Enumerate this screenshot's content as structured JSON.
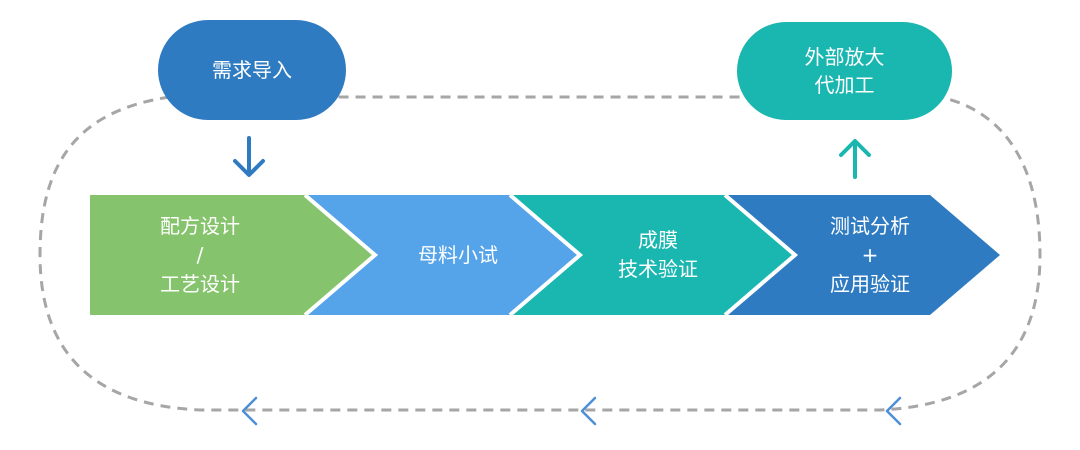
{
  "start_node": {
    "label": "需求导入",
    "color": "#2f7bc2"
  },
  "end_node": {
    "lines": [
      "外部放大",
      "代加工"
    ],
    "color": "#1ab6b0"
  },
  "steps": [
    {
      "lines": [
        "配方设计",
        "/",
        "工艺设计"
      ],
      "color": "#85c46c"
    },
    {
      "lines": [
        "母料小试"
      ],
      "color": "#55a3e9"
    },
    {
      "lines": [
        "成膜",
        "技术验证"
      ],
      "color": "#1ab6b0"
    },
    {
      "lines": [
        "测试分析",
        "+",
        "应用验证"
      ],
      "color": "#2f7bc2"
    }
  ],
  "loop": {
    "style": "dashed",
    "color": "#a6a6a6",
    "return_arrow_color": "#4d8fd6"
  },
  "icons": [
    "arrow-down-icon",
    "arrow-up-icon",
    "chevron-left-icon"
  ]
}
